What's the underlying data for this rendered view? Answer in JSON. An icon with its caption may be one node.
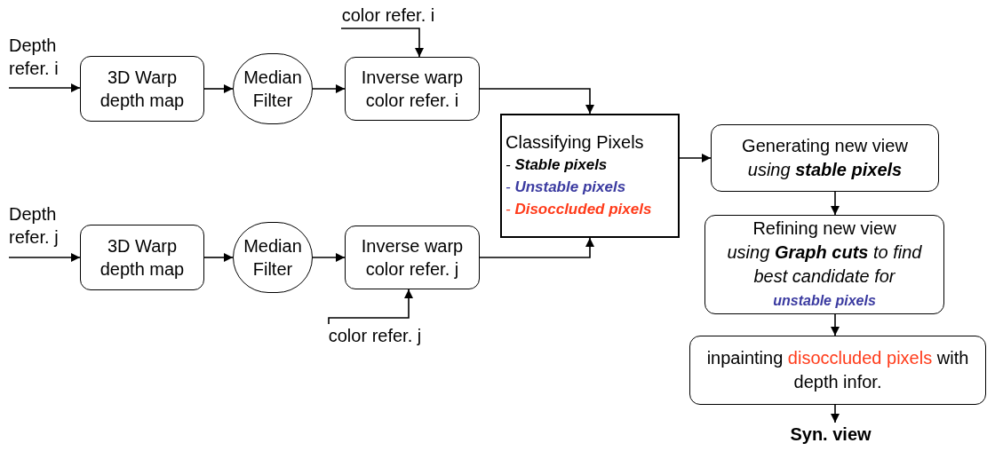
{
  "diagram": {
    "nodes": [
      {
        "text": [
          "Depth refer. i"
        ]
      },
      {
        "text": [
          "3D Warp depth map"
        ]
      },
      {
        "text": [
          "Median Filter"
        ]
      },
      {
        "text": [
          "Inverse warp color refer. i"
        ]
      },
      {
        "text": [
          "color refer. i"
        ]
      },
      {
        "text": [
          "Depth refer. j"
        ]
      },
      {
        "text": [
          "3D Warp depth map"
        ]
      },
      {
        "text": [
          "Median Filter"
        ]
      },
      {
        "text": [
          "Inverse warp color refer. j"
        ]
      },
      {
        "text": [
          "color refer. j"
        ]
      },
      {
        "text": [
          "Classifying Pixels",
          "- **Stable pixels**",
          "- **Unstable pixels**",
          "- **Disoccluded pixels**"
        ]
      },
      {
        "text": [
          "Generating new view",
          "using **stable pixels**"
        ]
      },
      {
        "text": [
          "Refining new view",
          "using **Graph cuts** to find best candidate for",
          "unstable pixels"
        ]
      },
      {
        "text": [
          "inpainting",
          "disoccluded pixels",
          "with depth infor."
        ]
      },
      {
        "text": [
          "Syn. view"
        ]
      }
    ],
    "edges": [
      {
        "from": 0,
        "to": 1,
        "arrow": "to"
      },
      {
        "from": 1,
        "to": 2,
        "arrow": "to"
      },
      {
        "from": 2,
        "to": 3,
        "arrow": "to"
      },
      {
        "from": 4,
        "to": 3,
        "arrow": "to"
      },
      {
        "from": 3,
        "to": 10,
        "arrow": "to"
      },
      {
        "from": 5,
        "to": 6,
        "arrow": "to"
      },
      {
        "from": 6,
        "to": 7,
        "arrow": "to"
      },
      {
        "from": 7,
        "to": 8,
        "arrow": "to"
      },
      {
        "from": 9,
        "to": 8,
        "arrow": "to"
      },
      {
        "from": 8,
        "to": 10,
        "arrow": "to"
      },
      {
        "from": 10,
        "to": 11,
        "arrow": "to"
      },
      {
        "from": 11,
        "to": 12,
        "arrow": "to"
      },
      {
        "from": 12,
        "to": 13,
        "arrow": "to"
      },
      {
        "from": 13,
        "to": 14,
        "arrow": "to"
      }
    ]
  }
}
